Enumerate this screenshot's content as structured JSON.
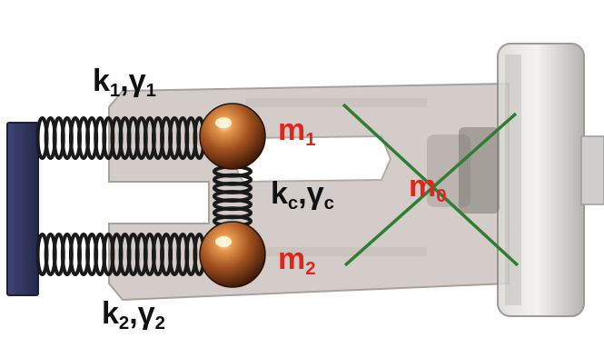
{
  "labels": {
    "spring1": {
      "k": "k",
      "k_sub": "1",
      "gamma": "γ",
      "gamma_sub": "1"
    },
    "spring2": {
      "k": "k",
      "k_sub": "2",
      "gamma": "γ",
      "gamma_sub": "2"
    },
    "coupling": {
      "k": "k",
      "k_sub": "c",
      "gamma": "γ",
      "gamma_sub": "c"
    },
    "mass1": {
      "m": "m",
      "m_sub": "1"
    },
    "mass2": {
      "m": "m",
      "m_sub": "2"
    },
    "mass0": {
      "m": "m",
      "m_sub": "0"
    }
  },
  "colors": {
    "label_text": "#111111",
    "mass_label": "#e0261c",
    "cross": "#2e7d32",
    "spring": "#1a1a1a",
    "ball": "#b4602a",
    "wall": "#2f3561",
    "plate": "#c9bfb9"
  }
}
